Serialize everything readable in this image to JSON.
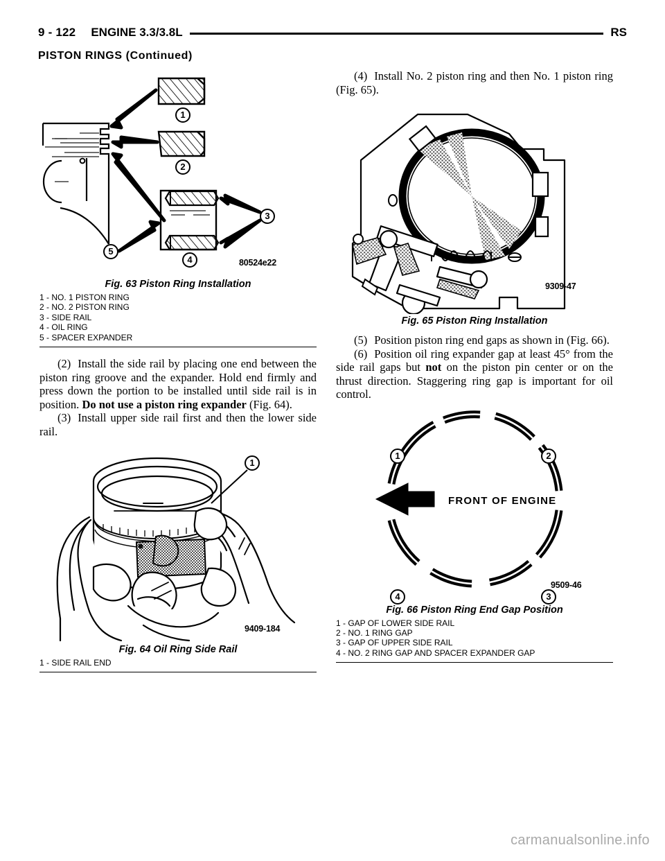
{
  "header": {
    "page_number": "9 - 122",
    "title": "ENGINE 3.3/3.8L",
    "right_code": "RS"
  },
  "section": {
    "title": "PISTON RINGS (Continued)"
  },
  "left_column": {
    "figure_63": {
      "image_id": "80524e22",
      "caption": "Fig. 63 Piston Ring Installation",
      "callouts": [
        "1",
        "2",
        "3",
        "4",
        "5"
      ],
      "legend": [
        "1 - NO. 1 PISTON RING",
        "2 - NO. 2 PISTON RING",
        "3 - SIDE RAIL",
        "4 - OIL RING",
        "5 - SPACER EXPANDER"
      ]
    },
    "step_2": {
      "number": "(2)",
      "text_part_1": "Install the side rail by placing one end between the piston ring groove and the expander. Hold end firmly and press down the portion to be installed until side rail is in position. ",
      "bold_part": "Do not use a piston ring expander",
      "text_part_2": " (Fig. 64)."
    },
    "step_3": {
      "number": "(3)",
      "text": "Install upper side rail first and then the lower side rail."
    },
    "figure_64": {
      "image_id": "9409-184",
      "caption": "Fig. 64 Oil Ring Side Rail",
      "callouts": [
        "1"
      ],
      "legend": [
        "1 - SIDE RAIL END"
      ]
    }
  },
  "right_column": {
    "step_4": {
      "number": "(4)",
      "text": "Install No. 2 piston ring and then No. 1 piston ring (Fig. 65)."
    },
    "figure_65": {
      "image_id": "9309-47",
      "caption": "Fig. 65 Piston Ring Installation"
    },
    "step_5": {
      "number": "(5)",
      "text": "Position piston ring end gaps as shown in (Fig. 66)."
    },
    "step_6": {
      "number": "(6)",
      "text_part_1": "Position oil ring expander gap at least 45° from the side rail gaps but ",
      "bold_part": "not",
      "text_part_2": " on the piston pin center or on the thrust direction. Staggering ring gap is important for oil control."
    },
    "figure_66": {
      "image_id": "9509-46",
      "caption": "Fig. 66 Piston Ring End Gap Position",
      "center_label": "FRONT OF ENGINE",
      "callouts": [
        "1",
        "2",
        "3",
        "4"
      ],
      "legend": [
        "1 - GAP OF LOWER SIDE RAIL",
        "2 - NO. 1 RING GAP",
        "3 - GAP OF UPPER SIDE RAIL",
        "4 - NO. 2 RING GAP AND SPACER EXPANDER GAP"
      ]
    }
  },
  "footer": {
    "watermark": "carmanualsonline.info"
  }
}
